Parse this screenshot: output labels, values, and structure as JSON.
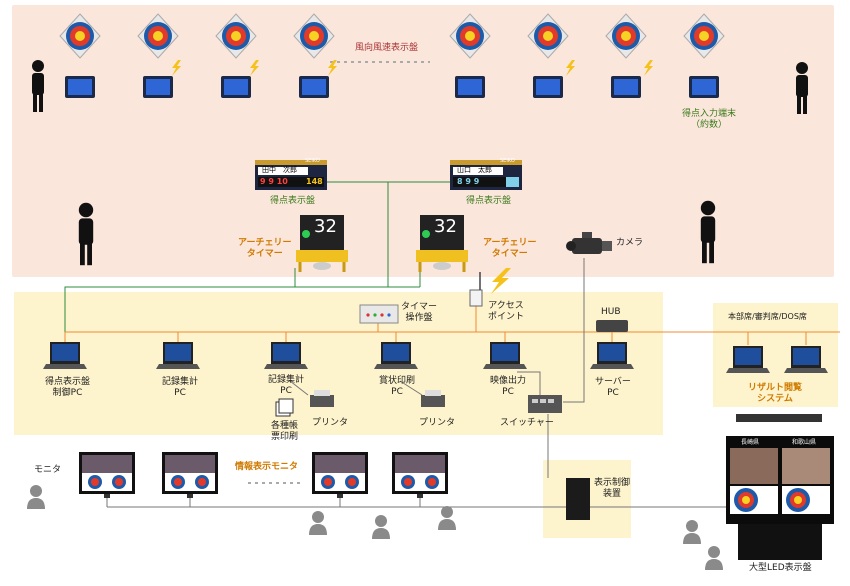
{
  "range": {
    "wind_display_label": "風向風速表示盤",
    "score_terminal_label": "得点入力端末\n（約数）",
    "scoreboard_label": "得点表示盤",
    "timer_label": "アーチェリー\nタイマー",
    "camera_label": "カメラ"
  },
  "scoreboards": [
    {
      "name": "田中　次郎",
      "digits": "9 9 10",
      "total": "148",
      "seiko": "SEIKO"
    },
    {
      "name": "山口　太郎",
      "digits": "8 9 9",
      "total": "",
      "seiko": "SEIKO"
    }
  ],
  "timers": [
    {
      "value": "32"
    },
    {
      "value": "32"
    }
  ],
  "network": {
    "timer_panel_label": "タイマー\n操作盤",
    "access_point_label": "アクセス\nポイント",
    "hub_label": "HUB",
    "pcs": [
      {
        "label": "得点表示盤\n制御PC"
      },
      {
        "label": "記録集計\nPC"
      },
      {
        "label": "記録集計\nPC"
      },
      {
        "label": "賞状印刷\nPC"
      },
      {
        "label": "映像出力\nPC"
      },
      {
        "label": "サーバー\nPC"
      }
    ],
    "printer_label": "プリンタ",
    "forms_label": "各種帳\n票印刷",
    "switcher_label": "スイッチャー"
  },
  "hq": {
    "title": "本部席/審判席/DOS席",
    "result_label": "リザルト閲覧\nシステム"
  },
  "monitors": {
    "left_label": "モニタ",
    "info_label": "情報表示モニタ"
  },
  "display_control_label": "表示制御\n装置",
  "led": {
    "label": "大型LED表示盤",
    "left_name": "長崎県",
    "right_name": "和歌山県"
  }
}
